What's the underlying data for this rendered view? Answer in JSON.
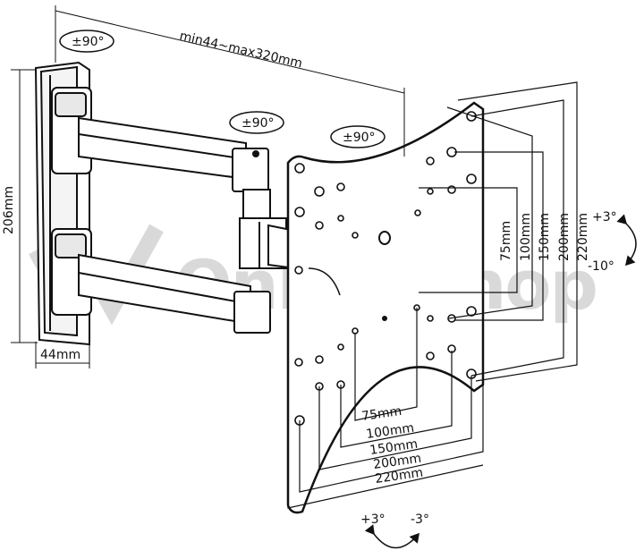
{
  "watermark": "OnlineShop",
  "rotation": {
    "wall": "±90°",
    "arm": "±90°",
    "plate": "±90°"
  },
  "dimensions": {
    "extension": "min44~max320mm",
    "height": "206mm",
    "depth": "44mm"
  },
  "vesa_vertical": [
    "75mm",
    "100mm",
    "150mm",
    "200mm",
    "220mm"
  ],
  "vesa_horizontal": [
    "75mm",
    "100mm",
    "150mm",
    "200mm",
    "220mm"
  ],
  "tilt_side": {
    "up": "+3°",
    "down": "-10°"
  },
  "tilt_bottom": {
    "left": "+3°",
    "right": "-3°"
  },
  "colors": {
    "ink": "#111111",
    "watermark": "#d9d9d9"
  }
}
